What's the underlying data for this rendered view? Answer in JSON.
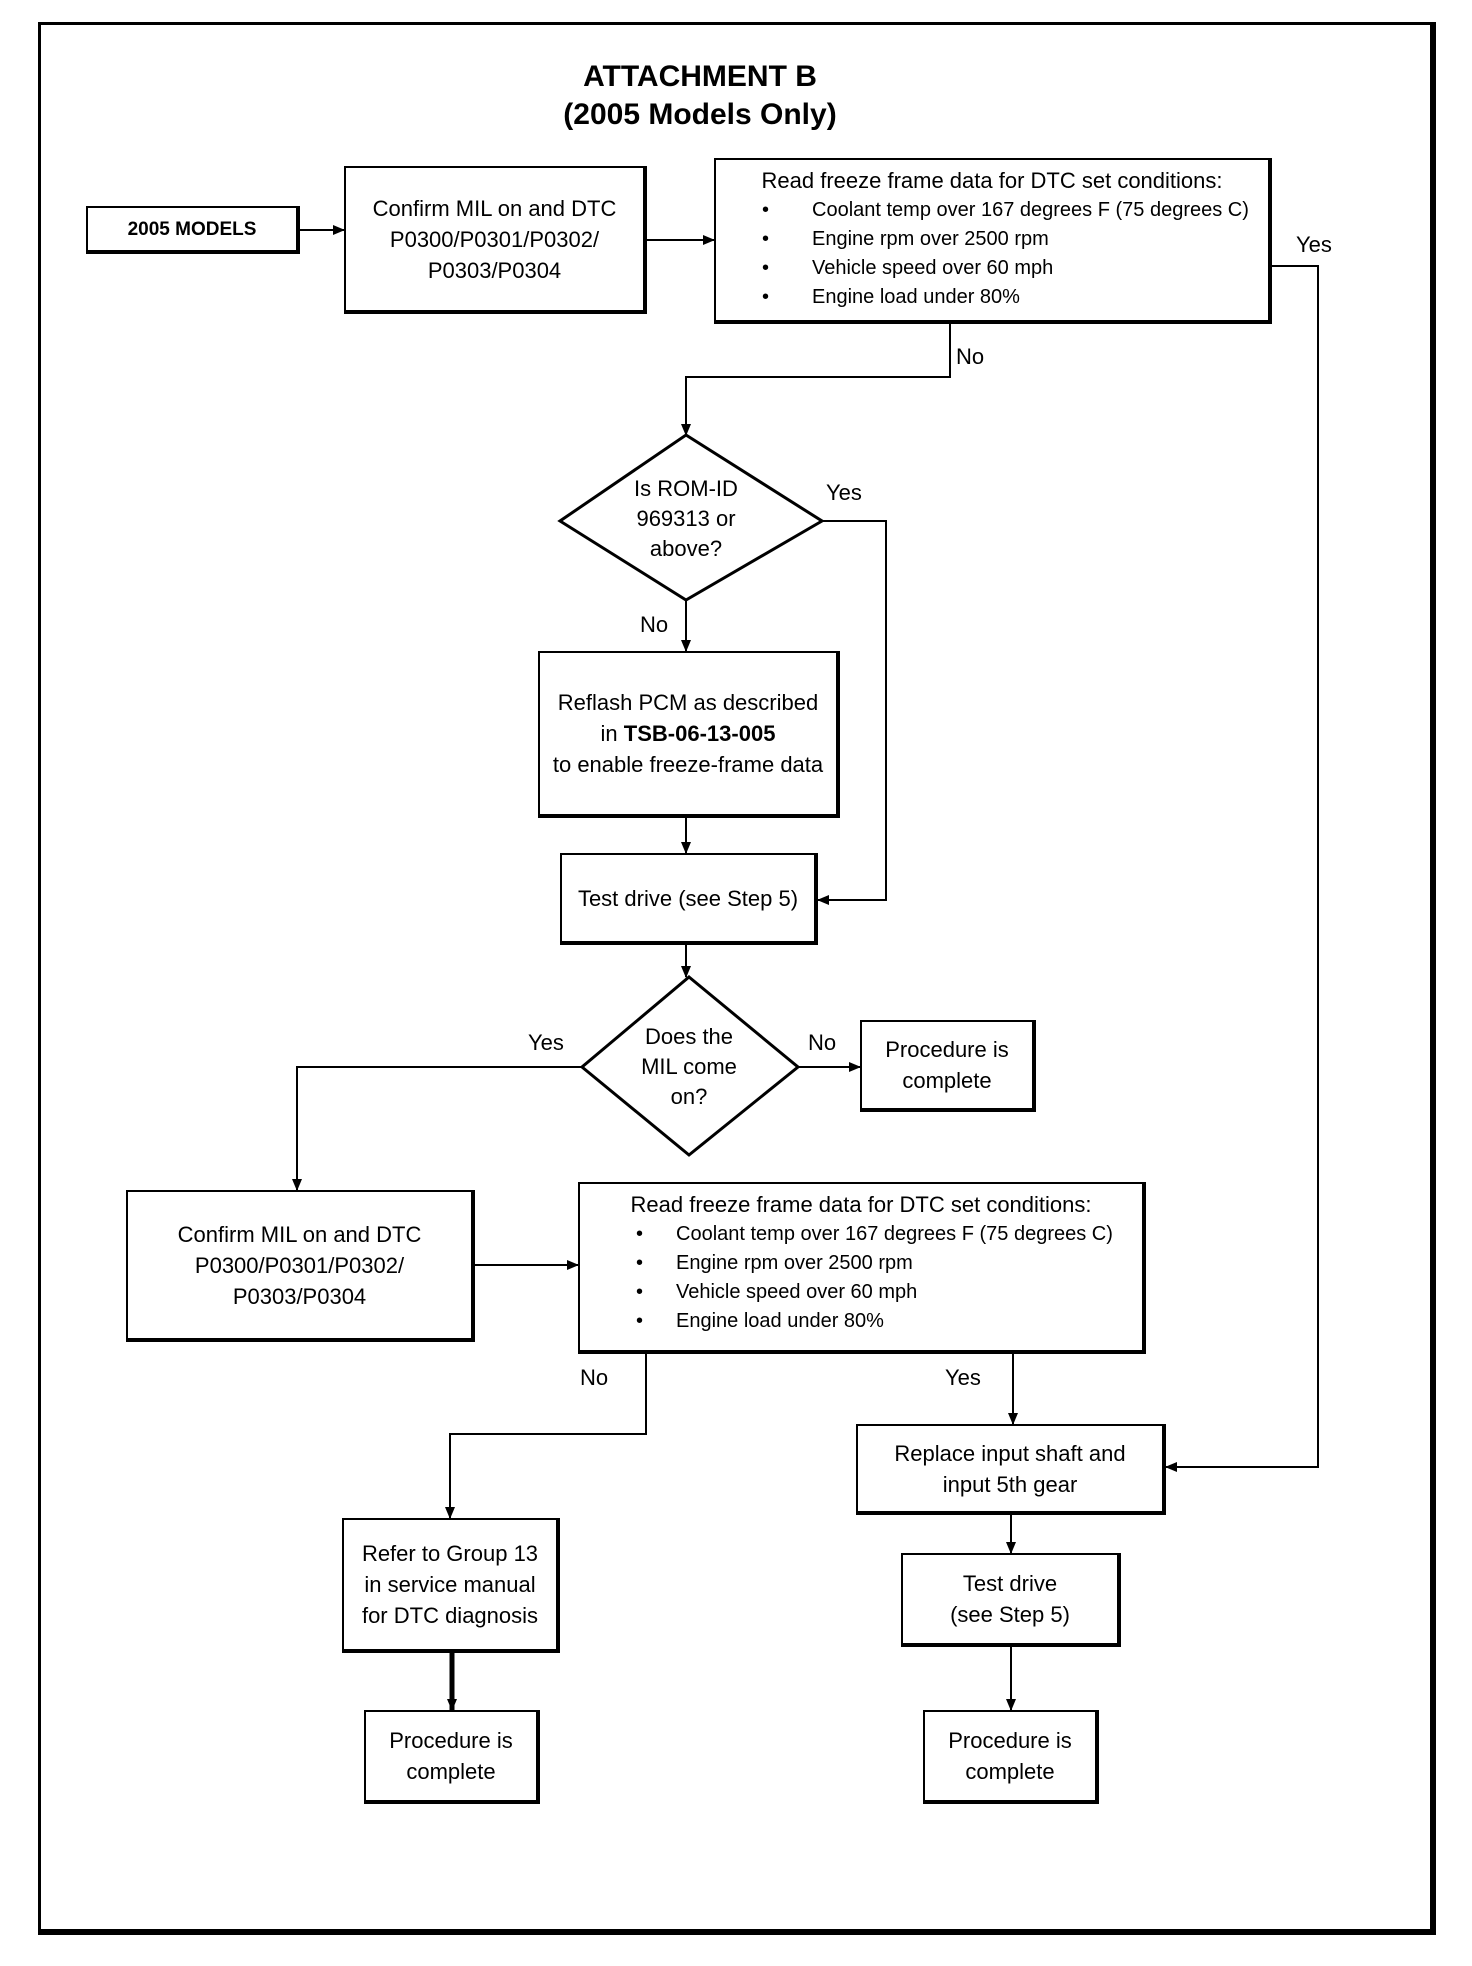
{
  "title": "ATTACHMENT B",
  "subtitle": "(2005 Models Only)",
  "start": "2005 MODELS",
  "confirm_1": [
    "Confirm MIL on and DTC",
    "P0300/P0301/P0302/",
    "P0303/P0304"
  ],
  "read_1": {
    "heading": "Read freeze frame data for DTC set conditions:",
    "items": [
      "Coolant temp over 167 degrees F (75 degrees C)",
      "Engine rpm over 2500 rpm",
      "Vehicle speed over 60 mph",
      "Engine load under 80%"
    ]
  },
  "decision_rom": [
    "Is ROM-ID",
    "969313 or",
    "above?"
  ],
  "reflash": {
    "line1": "Reflash PCM as described",
    "prefix": "in ",
    "tsb": "TSB-06-13-005",
    "line3": "to enable freeze-frame data"
  },
  "test_drive_1": "Test drive (see Step 5)",
  "decision_mil": [
    "Does the",
    "MIL come",
    "on?"
  ],
  "complete_1": [
    "Procedure is",
    "complete"
  ],
  "confirm_2": [
    "Confirm MIL on and DTC",
    "P0300/P0301/P0302/",
    "P0303/P0304"
  ],
  "read_2": {
    "heading": "Read freeze frame data for DTC set conditions:",
    "items": [
      "Coolant temp over 167 degrees F (75 degrees C)",
      "Engine rpm over 2500 rpm",
      "Vehicle speed over 60 mph",
      "Engine load under 80%"
    ]
  },
  "replace": [
    "Replace input shaft and",
    "input 5th gear"
  ],
  "refer": [
    "Refer to Group 13",
    "in service manual",
    "for DTC diagnosis"
  ],
  "test_drive_2": [
    "Test drive",
    "(see Step 5)"
  ],
  "complete_2": [
    "Procedure is",
    "complete"
  ],
  "complete_3": [
    "Procedure is",
    "complete"
  ],
  "labels": {
    "yes": "Yes",
    "no": "No"
  },
  "bullet": "•"
}
